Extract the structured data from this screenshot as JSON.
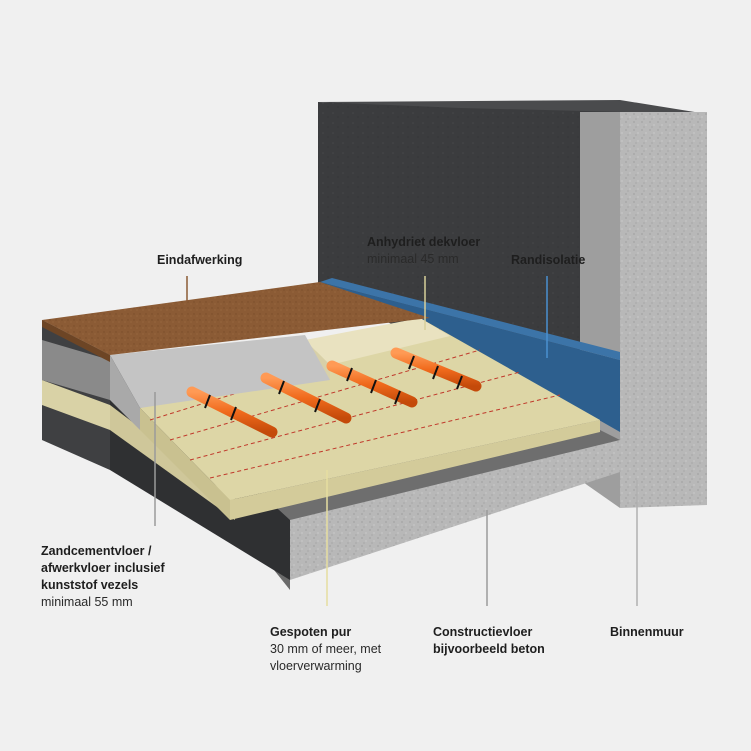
{
  "colors": {
    "background": "#f0f0f0",
    "concrete": "#b7b7b7",
    "dark_wall": "#3a3b3d",
    "screed_brown": "#8a5a34",
    "anhydrite": "#e9e2c0",
    "pur_insulation": "#ddd6a6",
    "edge_insulation": "#2d5f8e",
    "heating_pipe": "#f06a1c"
  },
  "labels": {
    "eindafwerking": {
      "title": "Eindafwerking"
    },
    "anhydriet": {
      "title": "Anhydriet dekvloer",
      "sub": "minimaal 45 mm"
    },
    "randisolatie": {
      "title": "Randisolatie"
    },
    "zandcement": {
      "line1": "Zandcementvloer /",
      "line2": "afwerkvloer inclusief",
      "line3": "kunststof vezels",
      "sub": "minimaal 55 mm"
    },
    "pur": {
      "title": "Gespoten pur",
      "sub1": "30 mm of meer, met",
      "sub2": "vloerverwarming"
    },
    "constructie": {
      "title": "Constructievloer",
      "title2": "bijvoorbeeld beton"
    },
    "binnenmuur": {
      "title": "Binnenmuur"
    }
  }
}
